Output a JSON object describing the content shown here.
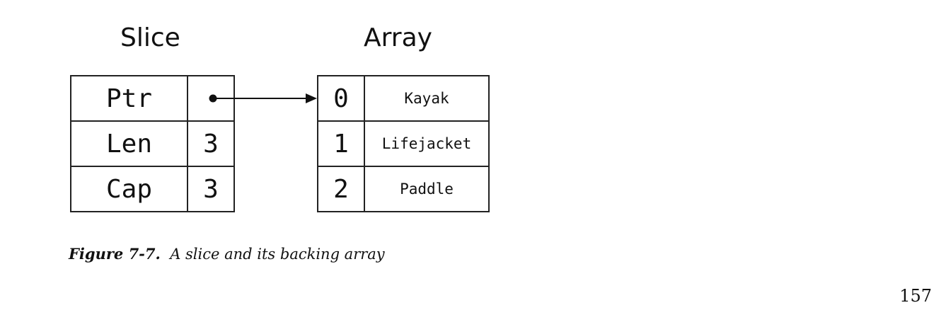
{
  "slice": {
    "title": "Slice",
    "rows": [
      {
        "field": "Ptr",
        "value": ""
      },
      {
        "field": "Len",
        "value": "3"
      },
      {
        "field": "Cap",
        "value": "3"
      }
    ]
  },
  "array": {
    "title": "Array",
    "rows": [
      {
        "index": "0",
        "item": "Kayak"
      },
      {
        "index": "1",
        "item": "Lifejacket"
      },
      {
        "index": "2",
        "item": "Paddle"
      }
    ]
  },
  "caption": {
    "label": "Figure 7-7.",
    "text": "A slice and its backing array"
  },
  "page_number": "157"
}
